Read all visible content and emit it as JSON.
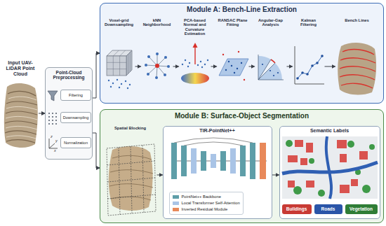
{
  "diagram": {
    "nodes": [
      {
        "text": [
          "Input UAV-LiDAR Point Cloud"
        ]
      },
      {
        "text": [
          "Point-Cloud Preprocessing"
        ]
      },
      {
        "text": [
          "Filtering"
        ],
        "in": 1
      },
      {
        "text": [
          "Downsampling"
        ],
        "in": 1
      },
      {
        "text": [
          "Normalization"
        ],
        "in": 1
      },
      {
        "text": [
          "Module A: Bench-Line Extraction"
        ]
      },
      {
        "text": [
          "Voxel-grid Downsampling"
        ],
        "in": 5
      },
      {
        "text": [
          "kNN Neighborhood"
        ],
        "in": 5
      },
      {
        "text": [
          "PCA-based Normal and Curvature Estimation"
        ],
        "in": 5
      },
      {
        "text": [
          "RANSAC Plane Fitting"
        ],
        "in": 5
      },
      {
        "text": [
          "Angular-Gap Analysis"
        ],
        "in": 5
      },
      {
        "text": [
          "Kalman Filtering"
        ],
        "in": 5
      },
      {
        "text": [
          "Bench Lines"
        ],
        "in": 5
      },
      {
        "text": [
          "Module B: Surface-Object Segmentation"
        ]
      },
      {
        "text": [
          "Spatial Blocking"
        ],
        "in": 13
      },
      {
        "text": [
          "TIR-PointNet++"
        ],
        "in": 13
      },
      {
        "text": [
          "Semantic Labels"
        ],
        "in": 13
      },
      {
        "text": [
          "Buildings"
        ],
        "in": 16
      },
      {
        "text": [
          "Roads"
        ],
        "in": 16
      },
      {
        "text": [
          "Vegetation"
        ],
        "in": 16
      }
    ],
    "edges": [
      {
        "from": 0,
        "to": 1,
        "arrow": "to"
      },
      {
        "from": 1,
        "to": 5,
        "arrow": "to"
      },
      {
        "from": 1,
        "to": 13,
        "arrow": "to"
      },
      {
        "from": 6,
        "to": 7,
        "arrow": "to"
      },
      {
        "from": 7,
        "to": 8,
        "arrow": "to"
      },
      {
        "from": 8,
        "to": 9,
        "arrow": "to"
      },
      {
        "from": 9,
        "to": 10,
        "arrow": "to"
      },
      {
        "from": 10,
        "to": 11,
        "arrow": "to"
      },
      {
        "from": 11,
        "to": 12,
        "arrow": "to"
      },
      {
        "from": 14,
        "to": 15,
        "arrow": "to"
      },
      {
        "from": 15,
        "to": 16,
        "arrow": "to"
      }
    ],
    "labels": [
      "z",
      "y",
      "x"
    ],
    "legend": [
      {
        "text": "PointNet++ Backbone",
        "color": "#5e9ea8"
      },
      {
        "text": "Local Transformer Self-Attention",
        "color": "#a9c4e6"
      },
      {
        "text": "Inverted Residual Module",
        "color": "#e8895a"
      }
    ]
  }
}
